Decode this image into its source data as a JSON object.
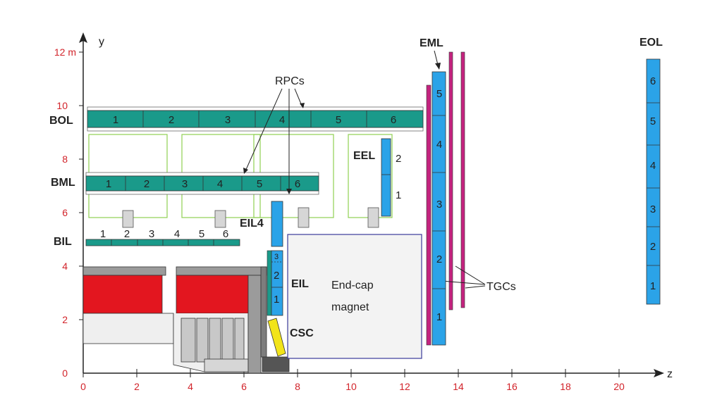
{
  "colors": {
    "axis": "#222222",
    "tick_text": "#d2232a",
    "barrel_chamber": "#1a9a8a",
    "endcap_chamber": "#2ba3e8",
    "tgc": "#c4237f",
    "rpc_outline": "#666666",
    "magnet_outline": "#3a3a99",
    "magnet_fill": "#f3f3f3",
    "calorimeter": "#e3161f",
    "csc": "#f2e41a",
    "support_grey": "#b7b7b7",
    "coil_outline": "#8fd052"
  },
  "axes": {
    "y_label": "y",
    "z_label": "z",
    "x_ticks": [
      "0",
      "2",
      "4",
      "6",
      "8",
      "10",
      "12",
      "14",
      "16",
      "18",
      "20"
    ],
    "y_ticks": [
      "0",
      "2",
      "4",
      "6",
      "8",
      "10",
      "12 m"
    ]
  },
  "labels": {
    "bol": "BOL",
    "bml": "BML",
    "bil": "BIL",
    "eml": "EML",
    "eol": "EOL",
    "eel": "EEL",
    "eil4": "EIL4",
    "eil": "EIL",
    "csc": "CSC",
    "rpcs": "RPCs",
    "tgcs": "TGCs",
    "magnet_line1": "End-cap",
    "magnet_line2": "magnet"
  },
  "chambers": {
    "bol": [
      "1",
      "2",
      "3",
      "4",
      "5",
      "6"
    ],
    "bml": [
      "1",
      "2",
      "3",
      "4",
      "5",
      "6"
    ],
    "bil": [
      "1",
      "2",
      "3",
      "4",
      "5",
      "6"
    ],
    "eml": [
      "5",
      "4",
      "3",
      "2",
      "1"
    ],
    "eol": [
      "6",
      "5",
      "4",
      "3",
      "2",
      "1"
    ],
    "eel": [
      "2",
      "1"
    ],
    "eil": [
      "3",
      "2",
      "1"
    ]
  }
}
